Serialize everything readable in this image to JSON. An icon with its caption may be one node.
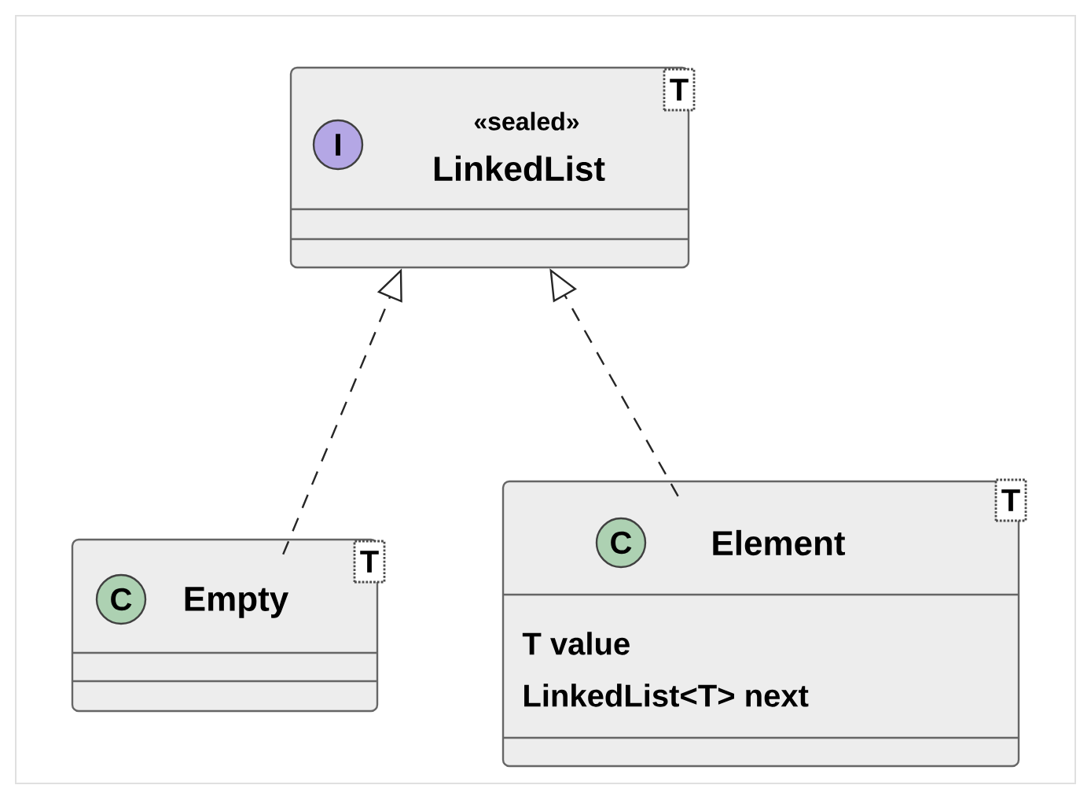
{
  "diagram": {
    "nodes": [
      {
        "text": [
          "I",
          "«sealed»",
          "LinkedList",
          "T"
        ]
      },
      {
        "text": [
          "C",
          "Empty",
          "T"
        ]
      },
      {
        "text": [
          "C",
          "Element",
          "T",
          "T value",
          "LinkedList<T> next"
        ]
      }
    ],
    "edges": [
      {
        "from": 1,
        "to": 0,
        "arrow": "to",
        "style": "dashed"
      },
      {
        "from": 2,
        "to": 0,
        "arrow": "to",
        "style": "dashed"
      }
    ]
  }
}
